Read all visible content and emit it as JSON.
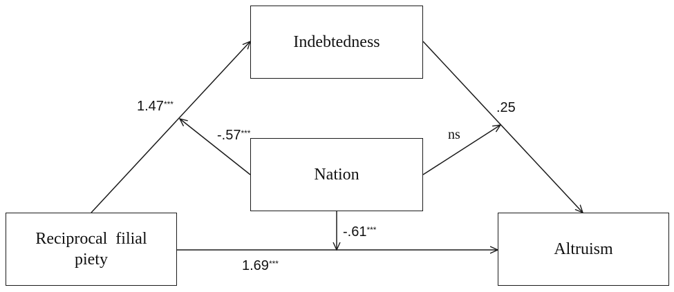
{
  "nodes": {
    "indebtedness": "Indebtedness",
    "nation": "Nation",
    "reciprocal_line1": "Reciprocal  filial",
    "reciprocal_line2": "piety",
    "altruism": "Altruism"
  },
  "paths": {
    "reciprocal_to_indebtedness": {
      "value": "1.47",
      "sig": "***"
    },
    "nation_to_a_path": {
      "value": "-.57",
      "sig": "***"
    },
    "nation_to_b_path": {
      "value": "ns"
    },
    "indebtedness_to_altruism": {
      "value": ".25"
    },
    "nation_to_c_path": {
      "value": "-.61",
      "sig": "***"
    },
    "reciprocal_to_altruism": {
      "value": "1.69",
      "sig": "***"
    }
  },
  "colors": {
    "stroke": "#1a1a1a",
    "text": "#111111",
    "background": "#ffffff"
  }
}
